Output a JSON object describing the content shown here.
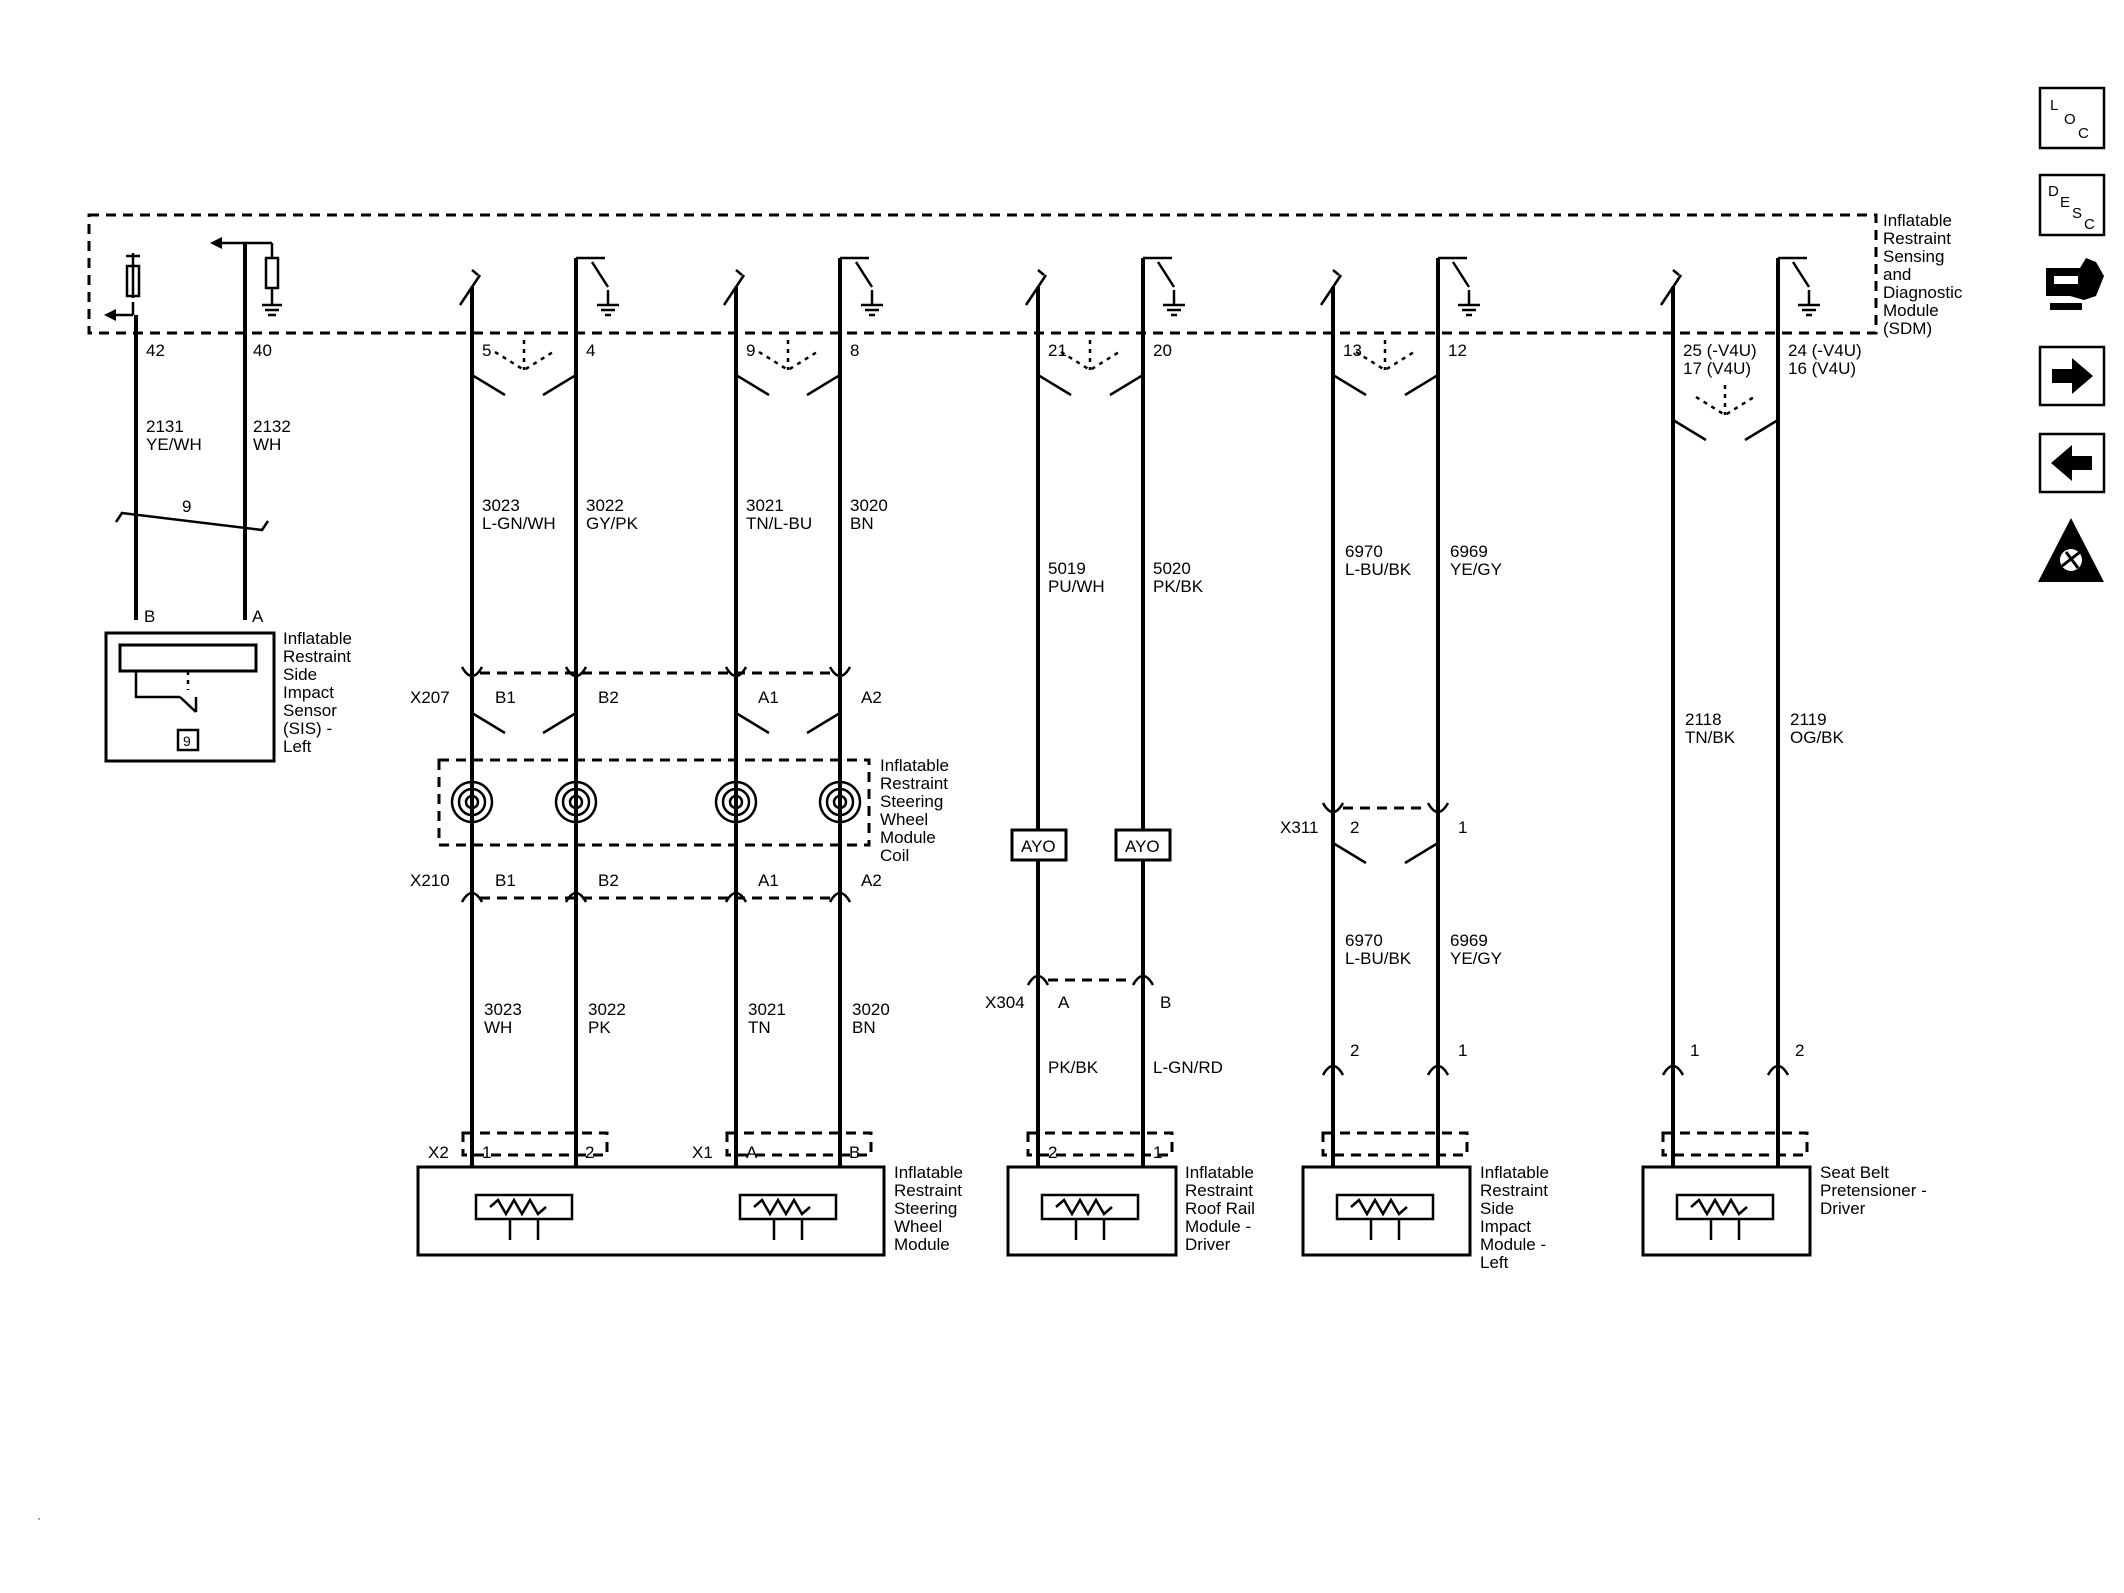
{
  "sdm": {
    "label": [
      "Inflatable",
      "Restraint",
      "Sensing",
      "and",
      "Diagnostic",
      "Module",
      "(SDM)"
    ]
  },
  "sis": {
    "pins": [
      "42",
      "40"
    ],
    "circuits": [
      {
        "num": "2131",
        "color": "YE/WH"
      },
      {
        "num": "2132",
        "color": "WH"
      }
    ],
    "twist": "9",
    "conn_pins": [
      "B",
      "A"
    ],
    "component": [
      "Inflatable",
      "Restraint",
      "Side",
      "Impact",
      "Sensor",
      "(SIS) -",
      "Left"
    ],
    "badge": "9"
  },
  "steering": {
    "pins_upper": [
      "5",
      "4",
      "9",
      "8"
    ],
    "circuits_upper": [
      {
        "num": "3023",
        "color": "L-GN/WH"
      },
      {
        "num": "3022",
        "color": "GY/PK"
      },
      {
        "num": "3021",
        "color": "TN/L-BU"
      },
      {
        "num": "3020",
        "color": "BN"
      }
    ],
    "x207": {
      "name": "X207",
      "pins": [
        "B1",
        "B2",
        "A1",
        "A2"
      ]
    },
    "coil": [
      "Inflatable",
      "Restraint",
      "Steering",
      "Wheel",
      "Module",
      "Coil"
    ],
    "x210": {
      "name": "X210",
      "pins": [
        "B1",
        "B2",
        "A1",
        "A2"
      ]
    },
    "circuits_lower": [
      {
        "num": "3023",
        "color": "WH"
      },
      {
        "num": "3022",
        "color": "PK"
      },
      {
        "num": "3021",
        "color": "TN"
      },
      {
        "num": "3020",
        "color": "BN"
      }
    ],
    "x2": {
      "name": "X2",
      "pins": [
        "1",
        "2"
      ]
    },
    "x1": {
      "name": "X1",
      "pins": [
        "A",
        "B"
      ]
    },
    "component": [
      "Inflatable",
      "Restraint",
      "Steering",
      "Wheel",
      "Module"
    ]
  },
  "roof": {
    "pins": [
      "21",
      "20"
    ],
    "circuits": [
      {
        "num": "5019",
        "color": "PU/WH"
      },
      {
        "num": "5020",
        "color": "PK/BK"
      }
    ],
    "ayo": [
      "AYO",
      "AYO"
    ],
    "x304": {
      "name": "X304",
      "pins": [
        "A",
        "B"
      ]
    },
    "colors_lower": [
      "PK/BK",
      "L-GN/RD"
    ],
    "conn_pins": [
      "2",
      "1"
    ],
    "component": [
      "Inflatable",
      "Restraint",
      "Roof Rail",
      "Module -",
      "Driver"
    ]
  },
  "side": {
    "pins": [
      "13",
      "12"
    ],
    "circuits_upper": [
      {
        "num": "6970",
        "color": "L-BU/BK"
      },
      {
        "num": "6969",
        "color": "YE/GY"
      }
    ],
    "x311": {
      "name": "X311",
      "pins": [
        "2",
        "1"
      ]
    },
    "circuits_lower": [
      {
        "num": "6970",
        "color": "L-BU/BK"
      },
      {
        "num": "6969",
        "color": "YE/GY"
      }
    ],
    "conn_pins": [
      "2",
      "1"
    ],
    "component": [
      "Inflatable",
      "Restraint",
      "Side",
      "Impact",
      "Module -",
      "Left"
    ]
  },
  "pret": {
    "pins_a": [
      "25 (-V4U)",
      "17 (V4U)"
    ],
    "pins_b": [
      "24 (-V4U)",
      "16 (V4U)"
    ],
    "circuits": [
      {
        "num": "2118",
        "color": "TN/BK"
      },
      {
        "num": "2119",
        "color": "OG/BK"
      }
    ],
    "conn_pins": [
      "1",
      "2"
    ],
    "component": [
      "Seat Belt",
      "Pretensioner -",
      "Driver"
    ]
  },
  "nav": {
    "loc": [
      "L",
      "O",
      "C"
    ],
    "desc": [
      "D",
      "E",
      "S",
      "C"
    ]
  },
  "corner_mark": "·"
}
